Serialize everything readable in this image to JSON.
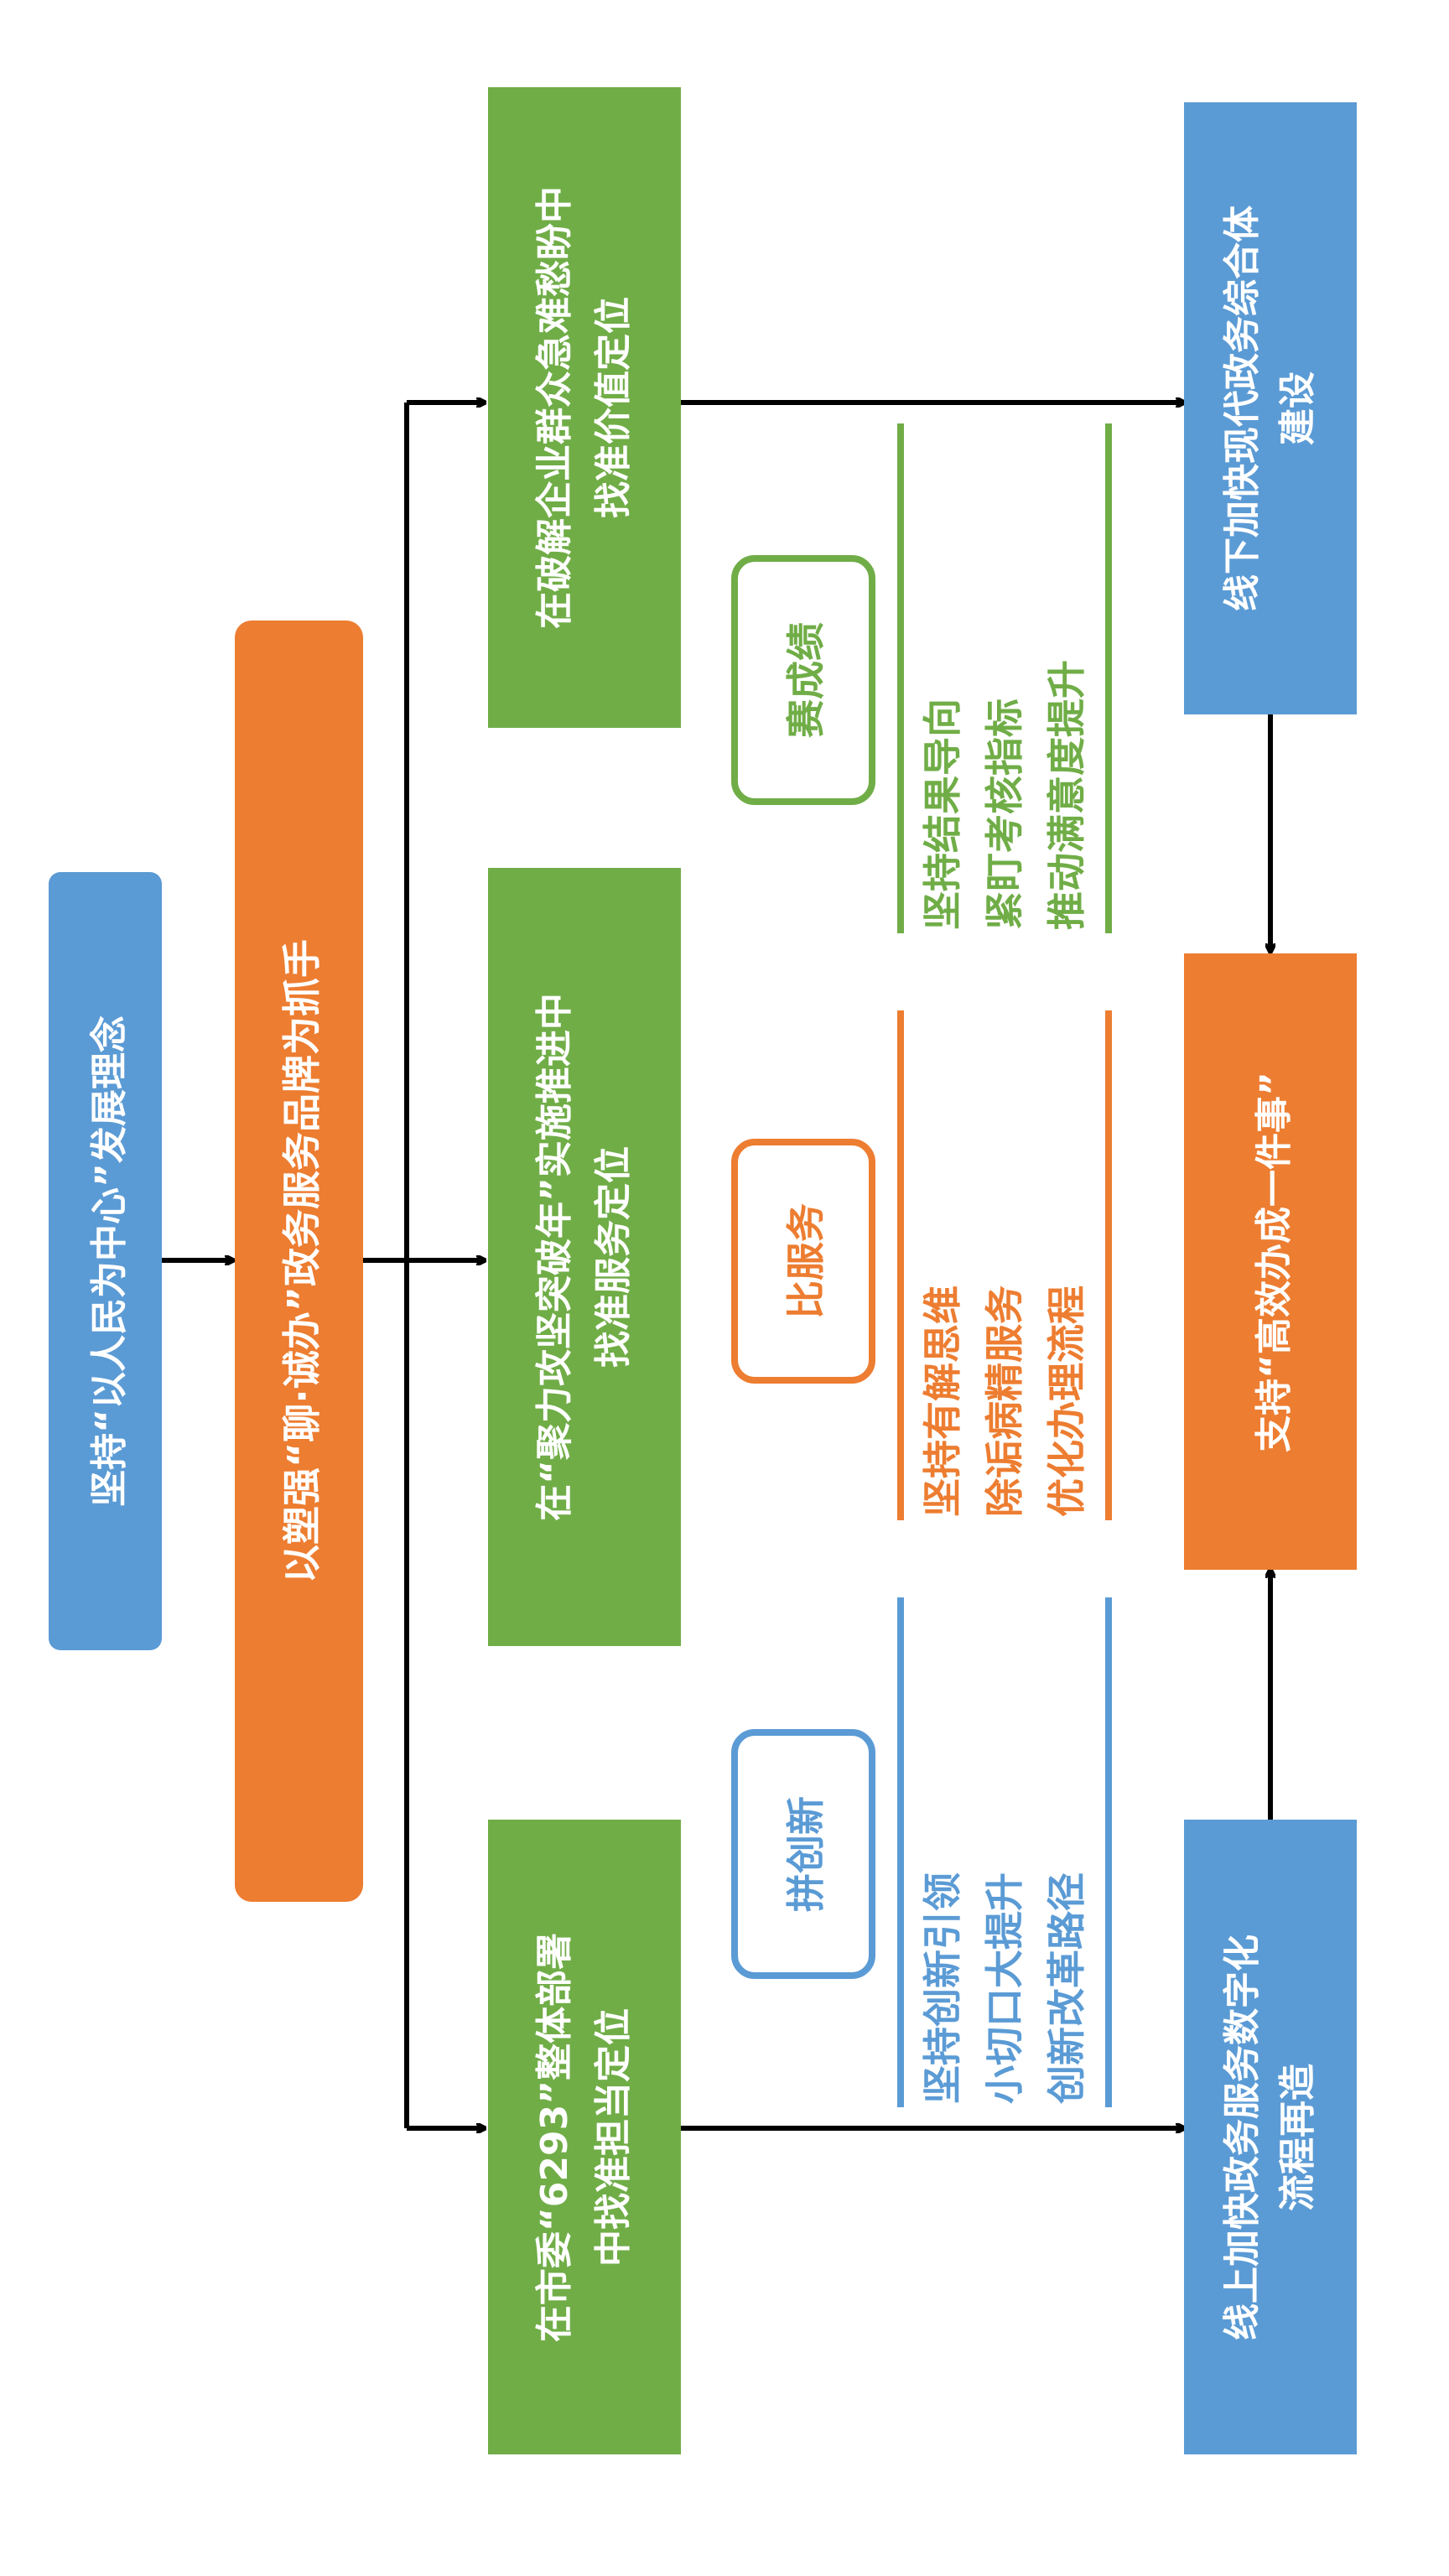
{
  "colors": {
    "blue": "#5b9bd5",
    "orange": "#ed7d31",
    "green": "#70ad47",
    "arrow": "#000000",
    "white": "#ffffff"
  },
  "concept": "坚持“以人民为中心”发展理念",
  "brand": "以塑强“聊·诚办”政务服务品牌为抓手",
  "positions": {
    "left": "在市委“6293”整体部署\n中找准担当定位",
    "middle": "在“聚力攻坚突破年”实施推进中\n找准服务定位",
    "right": "在破解企业群众急难愁盼中\n找准价值定位"
  },
  "competitions": [
    {
      "title": "拼创新",
      "items": "坚持创新引领\n小切口大提升\n创新改革路径"
    },
    {
      "title": "比服务",
      "items": "坚持有解思维\n除诟病精服务\n优化办理流程"
    },
    {
      "title": "赛成绩",
      "items": "坚持结果导向\n紧盯考核指标\n推动满意度提升"
    }
  ],
  "outcomes": {
    "online": "线上加快政务服务数字化\n流程再造",
    "offline": "线下加快现代政务综合体\n建设",
    "goal": "支持“高效办成一件事”"
  }
}
